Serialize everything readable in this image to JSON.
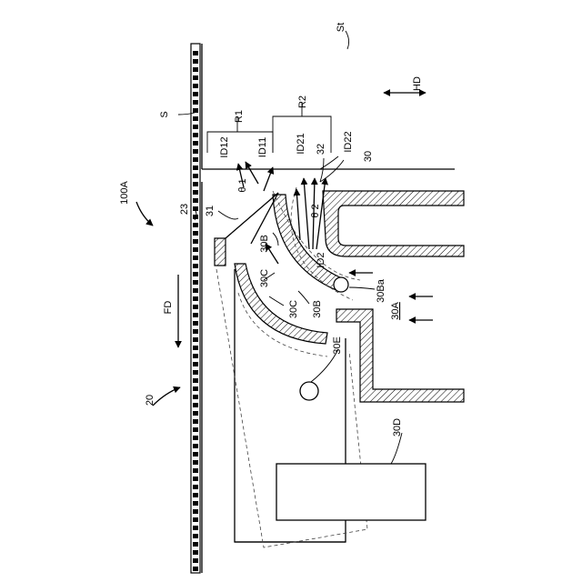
{
  "labels": {
    "st": "St",
    "s": "S",
    "r1": "R1",
    "r2": "R2",
    "hd": "HD",
    "id12": "ID12",
    "id11": "ID11",
    "id21": "ID21",
    "n32": "32",
    "id22": "ID22",
    "n30": "30",
    "theta1": "θ 1",
    "theta2": "θ 2",
    "n31": "31",
    "n23": "23",
    "n100a": "100A",
    "n30b_top": "30B",
    "id2": "ID2",
    "n30ba": "30Ba",
    "n30c_top": "30C",
    "n30c_bot": "30C",
    "n30b_bot": "30B",
    "n30a": "30A",
    "fd": "FD",
    "n30e": "30E",
    "n20": "20",
    "n30d": "30D"
  }
}
